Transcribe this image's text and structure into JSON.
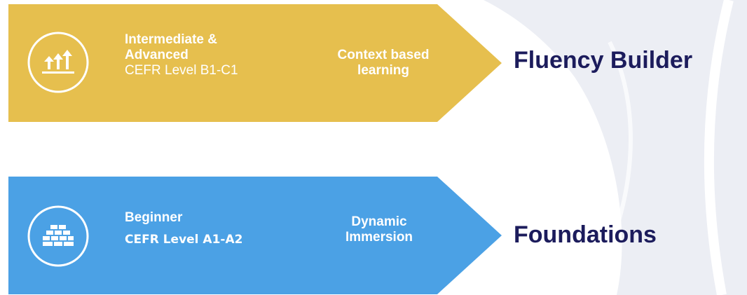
{
  "colors": {
    "gold": "#e6bf4e",
    "blue": "#4ba1e5",
    "navy": "#1c1c5c",
    "backdrop": "#eceef4"
  },
  "rows": [
    {
      "icon": "rising-arrows-icon",
      "level_title": "Intermediate & Advanced",
      "level_cefr": "CEFR Level B1-C1",
      "method": "Context based learning",
      "product": "Fluency Builder"
    },
    {
      "icon": "brick-wall-icon",
      "level_title": "Beginner",
      "level_cefr": "CEFR Level A1-A2",
      "method": "Dynamic Immersion",
      "product": "Foundations"
    }
  ]
}
